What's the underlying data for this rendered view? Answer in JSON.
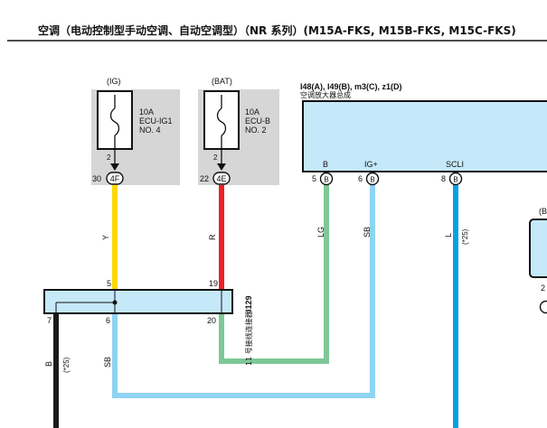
{
  "header": {
    "title": "空调（电动控制型手动空调、自动空调型）（NR 系列）(M15A-FKS, M15B-FKS, M15C-FKS)"
  },
  "fuses": [
    {
      "supply": "(IG)",
      "rating": "10A",
      "name": "ECU-IG1",
      "number": "NO. 4",
      "pin_top": "2",
      "pin_left": "30",
      "connector": "4F",
      "wire_color": "Y",
      "wire_hex": "#ffd800"
    },
    {
      "supply": "(BAT)",
      "rating": "10A",
      "name": "ECU-B",
      "number": "NO. 2",
      "pin_top": "2",
      "pin_left": "22",
      "connector": "4E",
      "wire_color": "R",
      "wire_hex": "#ee2024"
    }
  ],
  "amplifier": {
    "connectors": "I48(A), I49(B), m3(C), z1(D)",
    "name": "空调放大器总成",
    "pins": [
      {
        "label": "B",
        "number": "5",
        "connector": "B",
        "wire_color": "LG",
        "wire_hex": "#7dc896"
      },
      {
        "label": "IG+",
        "number": "6",
        "connector": "B",
        "wire_color": "SB",
        "wire_hex": "#8fd3f2"
      },
      {
        "label": "SCLI",
        "number": "8",
        "connector": "B",
        "wire_color": "L",
        "wire_note": "(*25)",
        "wire_hex": "#0aa0e6"
      }
    ]
  },
  "junction": {
    "id": "I129",
    "name": "11 号接线连接器",
    "pins": {
      "top_left": "5",
      "top_right": "19",
      "bottom_far_left": "7",
      "bottom_left": "6",
      "bottom_right": "20"
    }
  },
  "bottom_wires": {
    "left_color": "B",
    "left_note": "(*25)",
    "left_hex": "#1a1a1a",
    "sb_color": "SB",
    "sb_hex": "#8fd3f2"
  },
  "right_partial": {
    "label": "(B",
    "pin": "2"
  },
  "colors": {
    "accent_fill": "#c5e9f9",
    "fuse_bg": "#d6d6d6"
  }
}
